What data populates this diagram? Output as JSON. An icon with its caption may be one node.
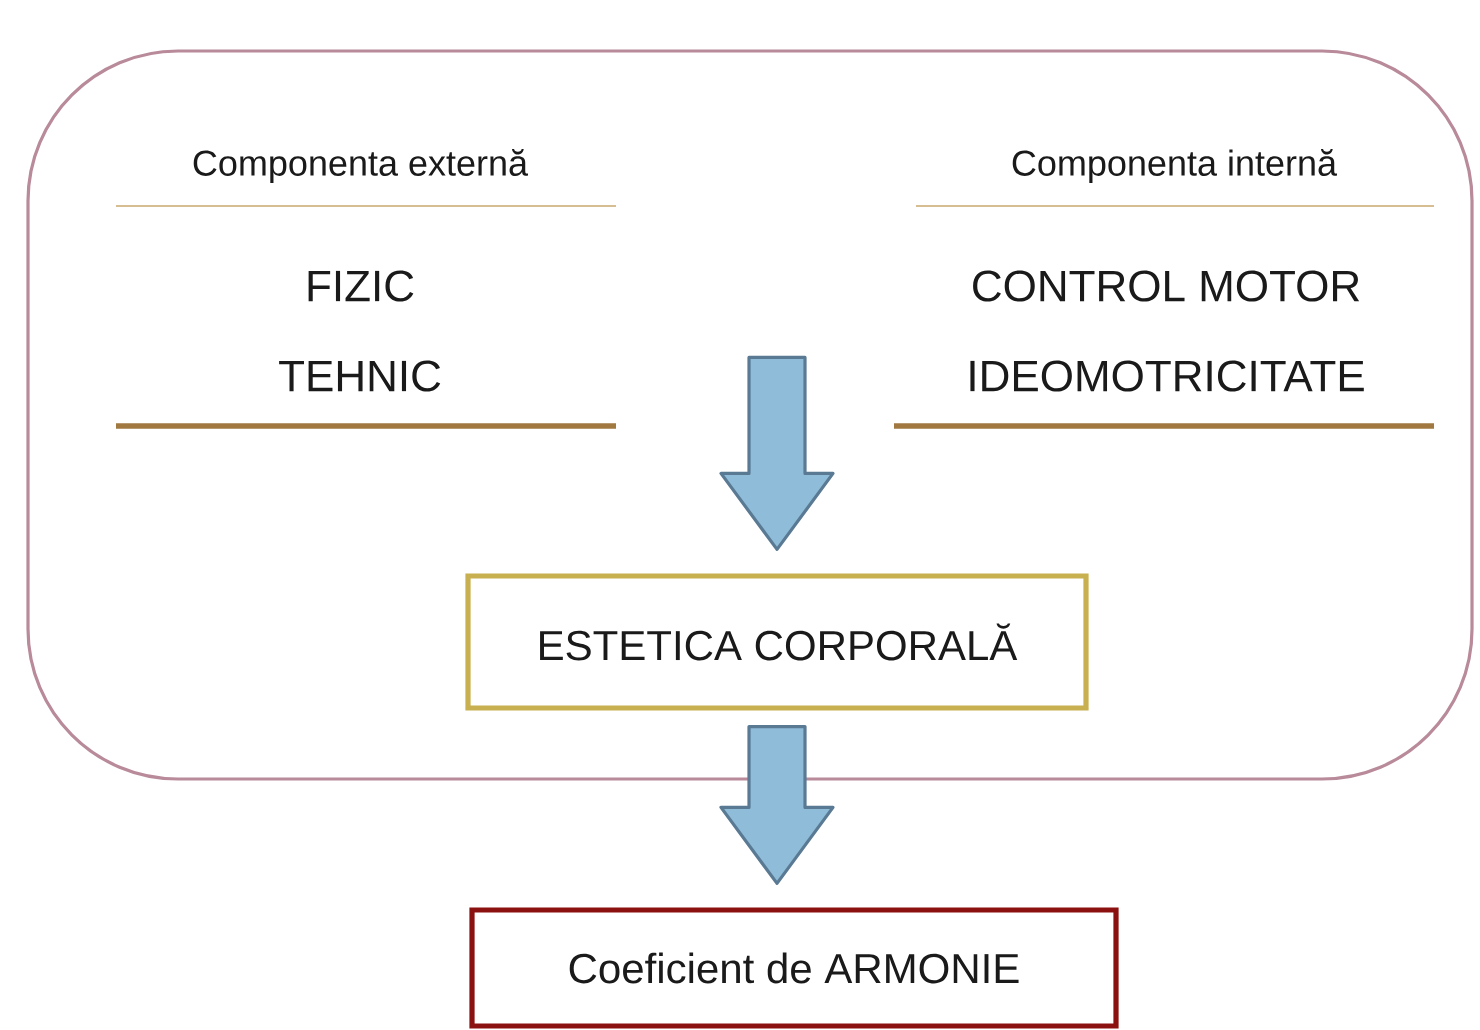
{
  "diagram": {
    "nodes": [
      {
        "text": [],
        "shape": "box"
      },
      {
        "text": [
          "ESTETICA CORPORALĂ"
        ],
        "in": 0
      },
      {
        "text": [
          "Coeficient de ARMONIE"
        ]
      }
    ],
    "edges": [
      {
        "from": null,
        "to": 1,
        "arrow": "to"
      },
      {
        "from": 1,
        "to": 2,
        "arrow": "to"
      }
    ],
    "labels": [
      "Componenta externă",
      "Componenta internă",
      "FIZIC",
      "CONTROL MOTOR",
      "TEHNIC",
      "IDEOMOTRICITATE"
    ]
  }
}
